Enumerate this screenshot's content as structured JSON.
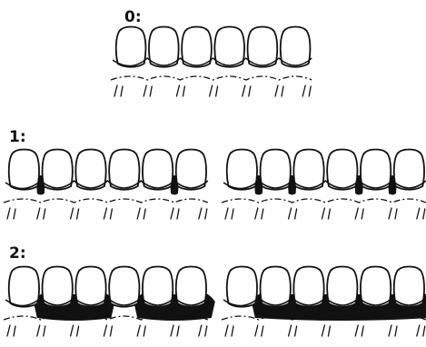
{
  "figure": {
    "panels": [
      {
        "label": "0:",
        "drawings": [
          {
            "dark_gaps": []
          }
        ]
      },
      {
        "label": "1:",
        "drawings": [
          {
            "dark_gaps": [
              {
                "between": [
                  1,
                  2
                ],
                "style": "narrow"
              },
              {
                "between": [
                  5,
                  6
                ],
                "style": "narrow"
              }
            ]
          },
          {
            "dark_gaps": [
              {
                "between": [
                  1,
                  2
                ],
                "style": "narrow"
              },
              {
                "between": [
                  2,
                  3
                ],
                "style": "narrow"
              },
              {
                "between": [
                  4,
                  5
                ],
                "style": "narrow"
              },
              {
                "between": [
                  5,
                  6
                ],
                "style": "narrow"
              }
            ]
          }
        ]
      },
      {
        "label": "2:",
        "drawings": [
          {
            "dark_gaps": [
              {
                "between": [
                  1,
                  3
                ],
                "style": "band"
              },
              {
                "between": [
                  4,
                  6
                ],
                "style": "band"
              }
            ]
          },
          {
            "dark_gaps": [
              {
                "between": [
                  1,
                  6
                ],
                "style": "band"
              }
            ]
          }
        ]
      }
    ],
    "teeth_per_drawing": 6,
    "ink_color": "#111111"
  }
}
